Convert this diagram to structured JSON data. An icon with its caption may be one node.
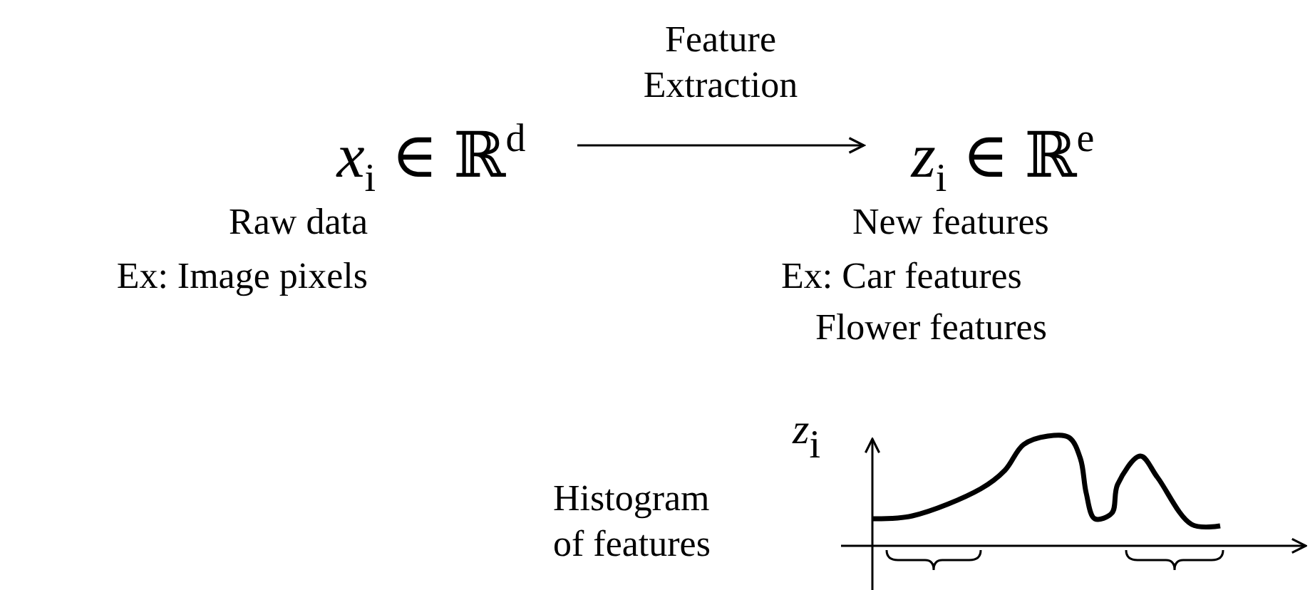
{
  "diagram": {
    "nodes": [
      {
        "text": [
          "*x*$_{i}$ ∈ ℝ$^{d}$"
        ],
        "beside": [
          "Raw data",
          "Ex: Image pixels"
        ]
      },
      {
        "text": [
          "*z*$_{i}$ ∈ ℝ$^{e}$"
        ],
        "beside": [
          "New features",
          "Ex: Car features",
          "Flower features"
        ]
      }
    ],
    "edges": [
      {
        "from": 0,
        "to": 1,
        "arrow": "to",
        "label": "Feature Extraction"
      }
    ],
    "labels": [
      "*z*$_{i}$",
      "Histogram of features"
    ]
  }
}
